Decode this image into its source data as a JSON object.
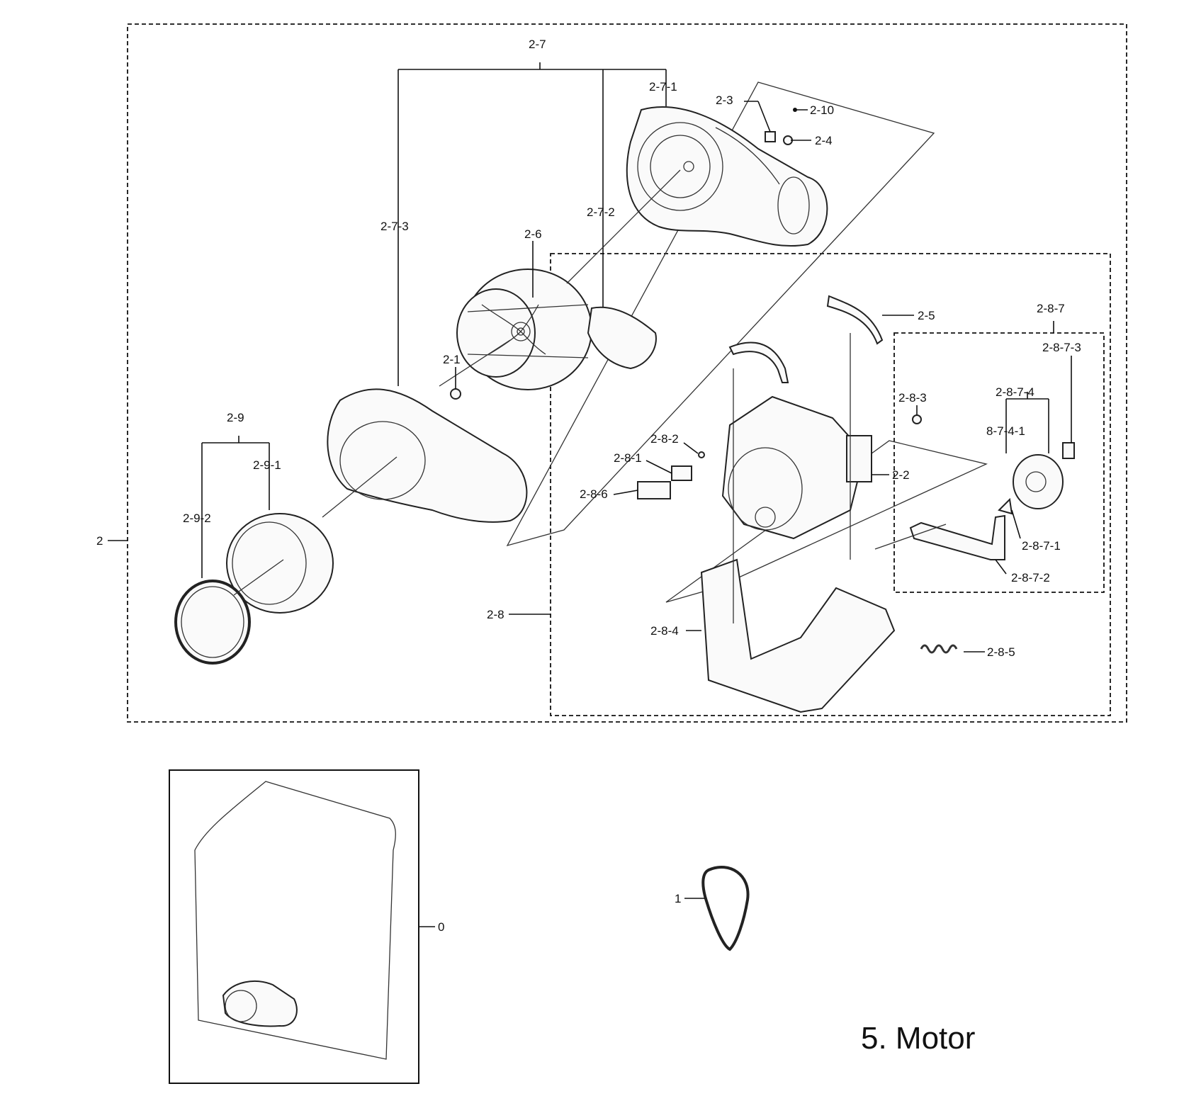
{
  "title": "5. Motor",
  "labels": {
    "l2": "2",
    "l2_1": "2-1",
    "l2_2": "2-2",
    "l2_3": "2-3",
    "l2_4": "2-4",
    "l2_5": "2-5",
    "l2_6": "2-6",
    "l2_7": "2-7",
    "l2_7_1": "2-7-1",
    "l2_7_2": "2-7-2",
    "l2_7_3": "2-7-3",
    "l2_8": "2-8",
    "l2_8_1": "2-8-1",
    "l2_8_2": "2-8-2",
    "l2_8_3": "2-8-3",
    "l2_8_4": "2-8-4",
    "l2_8_5": "2-8-5",
    "l2_8_6": "2-8-6",
    "l2_8_7": "2-8-7",
    "l2_8_7_1": "2-8-7-1",
    "l2_8_7_2": "2-8-7-2",
    "l2_8_7_3": "2-8-7-3",
    "l2_8_7_4": "2-8-7-4",
    "l8_7_4_1": "8-7-4-1",
    "l2_9": "2-9",
    "l2_9_1": "2-9-1",
    "l2_9_2": "2-9-2",
    "l2_10": "2-10",
    "l1": "1",
    "l0": "0"
  }
}
